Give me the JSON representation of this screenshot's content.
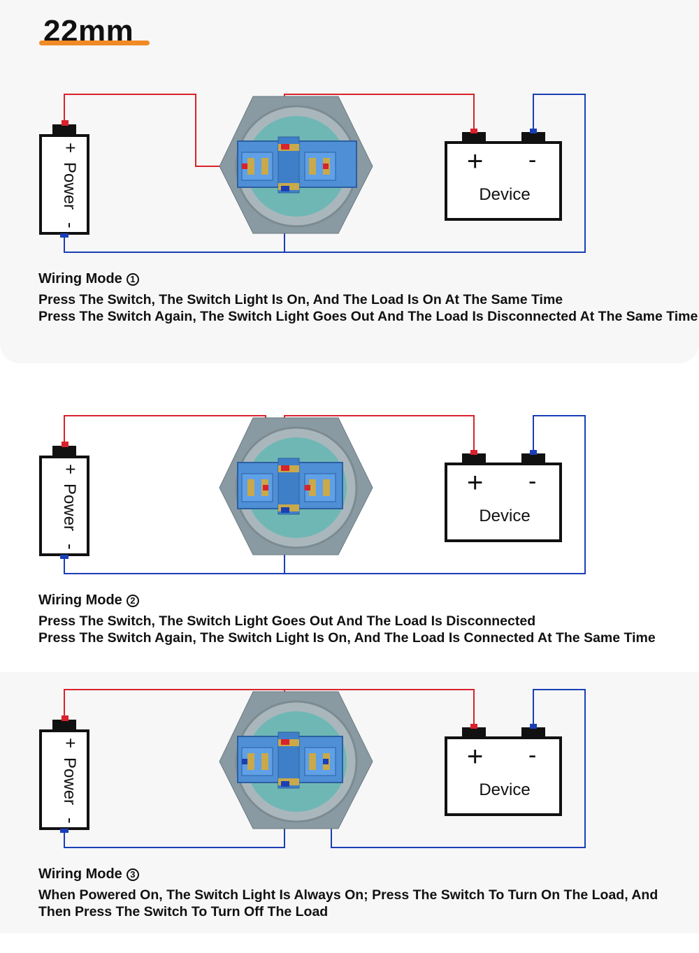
{
  "title": "22mm",
  "colors": {
    "positive_wire": "#d9222d",
    "negative_wire": "#1a3fb5",
    "accent": "#f08a24"
  },
  "labels": {
    "power": "Power",
    "plus": "+",
    "minus": "-",
    "device": "Device"
  },
  "modes": [
    {
      "label": "Wiring Mode",
      "number": "1",
      "lines": [
        "Press The Switch, The Switch Light Is On, And The Load Is On At The Same Time",
        "Press The Switch Again, The Switch Light Goes Out And The Load Is Disconnected At The Same Time"
      ]
    },
    {
      "label": "Wiring Mode",
      "number": "2",
      "lines": [
        "Press The Switch, The Switch Light Goes Out And The Load Is Disconnected",
        "Press The Switch Again, The Switch Light Is On, And The Load Is Connected At The Same Time"
      ]
    },
    {
      "label": "Wiring Mode",
      "number": "3",
      "lines": [
        "When Powered On, The Switch Light Is Always On; Press The Switch To Turn On The Load, And",
        "Then Press The Switch To Turn Off The Load"
      ]
    }
  ]
}
